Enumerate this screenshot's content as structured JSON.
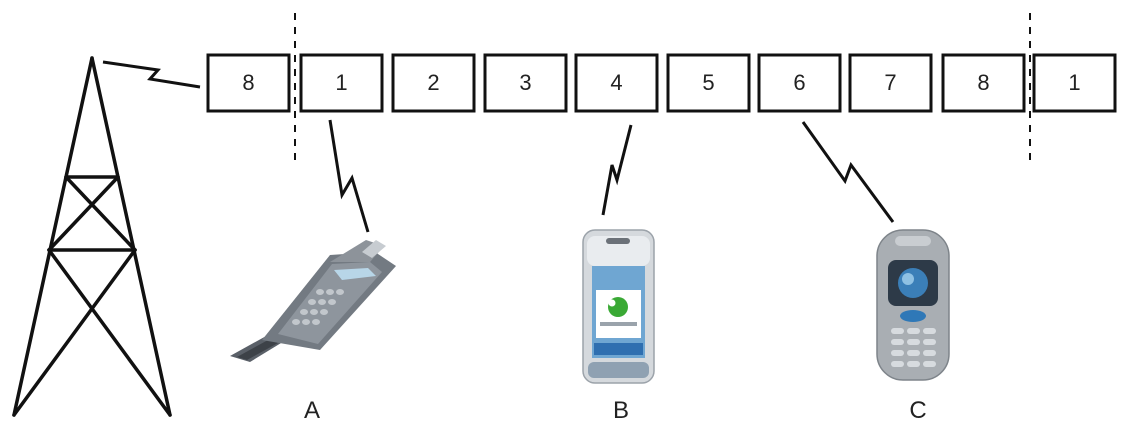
{
  "frame": {
    "slots": [
      "8",
      "1",
      "2",
      "3",
      "4",
      "5",
      "6",
      "7",
      "8",
      "1"
    ]
  },
  "devices": [
    {
      "label": "A",
      "assigned_slot": "1",
      "icon": "flip-phone-icon"
    },
    {
      "label": "B",
      "assigned_slot": "4",
      "icon": "smartphone-icon"
    },
    {
      "label": "C",
      "assigned_slot": "6",
      "icon": "candybar-phone-icon"
    }
  ],
  "tower": {
    "icon": "cell-tower-icon"
  },
  "colors": {
    "ink": "#111111",
    "background": "#ffffff",
    "phone_body": "#8a9097",
    "phone_screen": "#7fb3d8",
    "brand_green": "#3aa935"
  }
}
